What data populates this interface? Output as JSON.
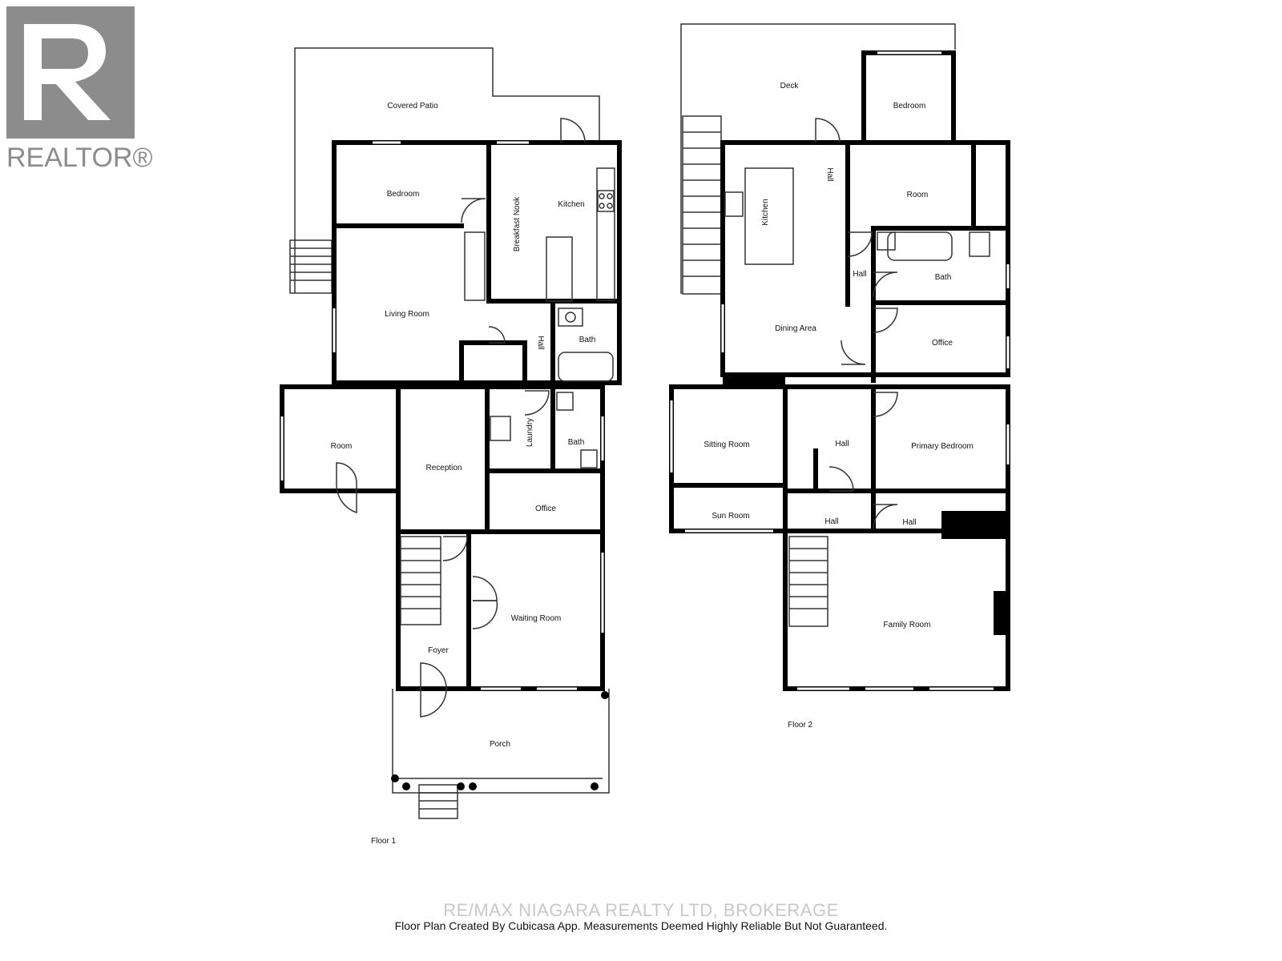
{
  "logo": {
    "text": "REALTOR®",
    "color": "#8c8c8c"
  },
  "floor1": {
    "label": "Floor 1",
    "rooms": {
      "covered_patio": "Covered Patio",
      "bedroom": "Bedroom",
      "breakfast_nook": "Breakfast Nook",
      "kitchen": "Kitchen",
      "living_room": "Living Room",
      "hall": "Hall",
      "bath_upper": "Bath",
      "room": "Room",
      "reception": "Reception",
      "laundry": "Laundry",
      "bath_lower": "Bath",
      "office": "Office",
      "waiting_room": "Waiting Room",
      "foyer": "Foyer",
      "porch": "Porch"
    }
  },
  "floor2": {
    "label": "Floor 2",
    "rooms": {
      "deck": "Deck",
      "bedroom": "Bedroom",
      "kitchen": "Kitchen",
      "hall_top": "Hall",
      "room": "Room",
      "hall_mid": "Hall",
      "bath": "Bath",
      "dining_area": "Dining Area",
      "office": "Office",
      "sitting_room": "Sitting Room",
      "hall_center": "Hall",
      "primary_bedroom": "Primary Bedroom",
      "sun_room": "Sun Room",
      "hall_low_left": "Hall",
      "hall_low_right": "Hall",
      "family_room": "Family Room"
    }
  },
  "watermark": "RE/MAX NIAGARA REALTY LTD, BROKERAGE",
  "footer": "Floor Plan Created By Cubicasa App. Measurements Deemed Highly Reliable But Not Guaranteed."
}
